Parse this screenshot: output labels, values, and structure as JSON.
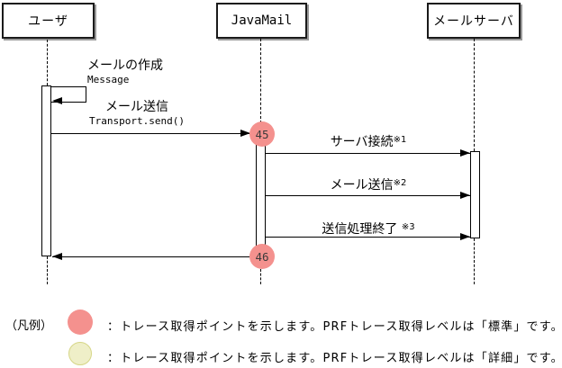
{
  "diagram": {
    "actors": [
      {
        "id": "user",
        "name": "ユーザ"
      },
      {
        "id": "javamail",
        "name": "JavaMail"
      },
      {
        "id": "mailserver",
        "name": "メールサーバ"
      }
    ],
    "messages": [
      {
        "id": "create-mail",
        "line1": "メールの作成",
        "line2": "Message",
        "from": "user",
        "to": "user"
      },
      {
        "id": "send-mail-call",
        "line1": "メール送信",
        "line2": "Transport.send()",
        "from": "user",
        "to": "javamail"
      },
      {
        "id": "server-connect",
        "label": "サーバ接続",
        "note": "※1",
        "from": "javamail",
        "to": "mailserver"
      },
      {
        "id": "mail-send",
        "label": "メール送信",
        "note": "※2",
        "from": "javamail",
        "to": "mailserver"
      },
      {
        "id": "send-finished",
        "label": "送信処理終了 ",
        "note": "※3",
        "from": "javamail",
        "to": "mailserver"
      },
      {
        "id": "return-to-user",
        "label": "",
        "from": "javamail",
        "to": "user"
      }
    ],
    "trace_points": [
      {
        "value": "45"
      },
      {
        "value": "46"
      }
    ],
    "colors": {
      "trace_standard_fill": "#f4918e",
      "trace_detail_fill": "#efefc8",
      "trace_detail_border": "#d6d687",
      "line": "#000000"
    }
  },
  "legend": {
    "title": "（凡例）",
    "items": [
      {
        "level": "standard",
        "text": "：トレース取得ポイントを示します。PRFトレース取得レベルは「標準」です。"
      },
      {
        "level": "detail",
        "text": "：トレース取得ポイントを示します。PRFトレース取得レベルは「詳細」です。"
      }
    ]
  }
}
